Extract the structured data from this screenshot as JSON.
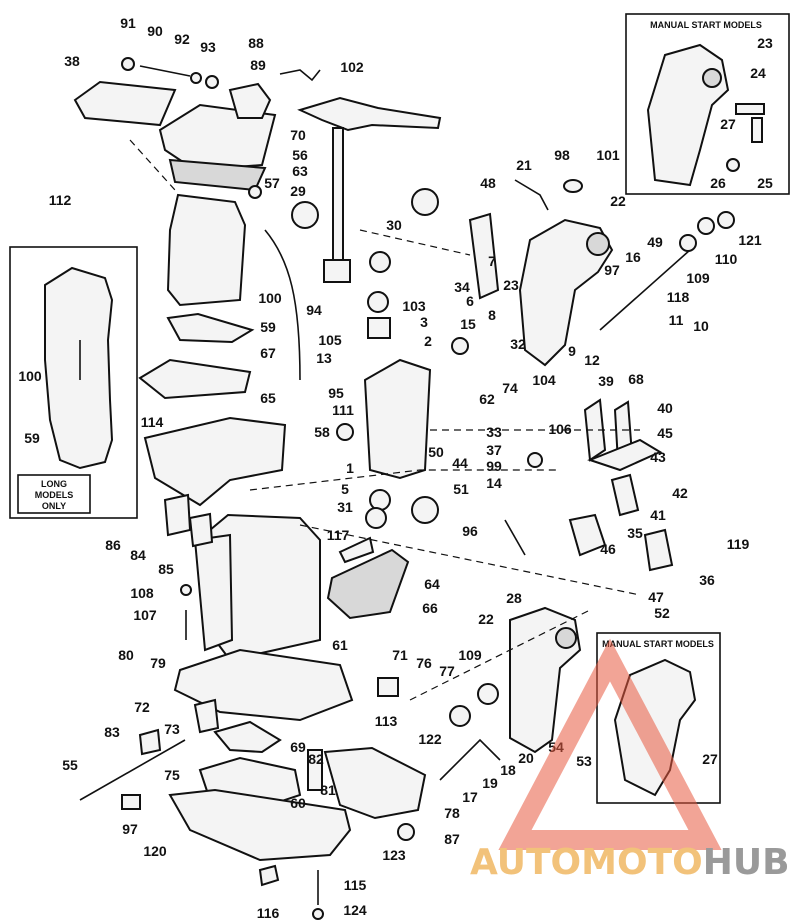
{
  "diagram": {
    "inset_manual_start_top": {
      "title": "MANUAL START MODELS",
      "callouts": [
        "23",
        "24",
        "27",
        "26",
        "25"
      ]
    },
    "inset_long_models": {
      "title_line1": "LONG",
      "title_line2": "MODELS",
      "title_line3": "ONLY",
      "callouts": [
        "100",
        "59"
      ]
    },
    "inset_manual_start_bottom": {
      "title": "MANUAL START MODELS",
      "callouts": [
        "27"
      ]
    },
    "callouts": [
      "91",
      "90",
      "92",
      "93",
      "88",
      "89",
      "102",
      "38",
      "70",
      "56",
      "63",
      "57",
      "29",
      "112",
      "30",
      "21",
      "98",
      "101",
      "48",
      "22",
      "49",
      "121",
      "16",
      "110",
      "97",
      "109",
      "118",
      "34",
      "23",
      "7",
      "6",
      "8",
      "100",
      "94",
      "59",
      "67",
      "105",
      "13",
      "103",
      "3",
      "2",
      "15",
      "11",
      "10",
      "9",
      "12",
      "68",
      "32",
      "74",
      "62",
      "104",
      "39",
      "40",
      "114",
      "95",
      "111",
      "58",
      "65",
      "106",
      "33",
      "37",
      "99",
      "45",
      "43",
      "50",
      "44",
      "1",
      "14",
      "42",
      "51",
      "5",
      "31",
      "117",
      "96",
      "41",
      "46",
      "35",
      "36",
      "86",
      "84",
      "85",
      "108",
      "107",
      "64",
      "66",
      "52",
      "119",
      "47",
      "28",
      "61",
      "22b",
      "80",
      "79",
      "71",
      "76",
      "77",
      "109b",
      "72",
      "83",
      "73",
      "55",
      "69",
      "82",
      "113",
      "122",
      "20",
      "18",
      "75",
      "60",
      "81",
      "19",
      "17",
      "54",
      "53",
      "97b",
      "120",
      "78",
      "87",
      "123",
      "115",
      "116",
      "124"
    ],
    "watermark": {
      "prefix": "AUTOMOTO",
      "suffix": "HUB",
      "prefix_color": "#f2c27a",
      "suffix_color": "#9a9a9a",
      "logo_color": "#e8593f"
    }
  }
}
